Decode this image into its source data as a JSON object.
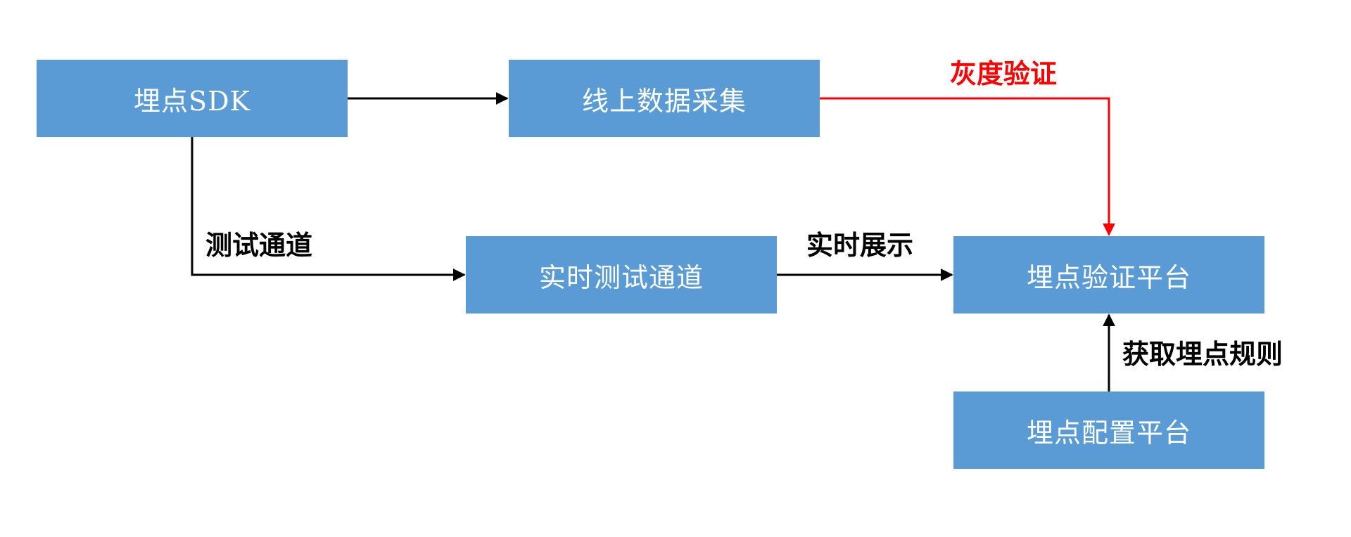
{
  "nodes": {
    "sdk": "埋点SDK",
    "online_collection": "线上数据采集",
    "realtime_test_channel": "实时测试通道",
    "verify_platform": "埋点验证平台",
    "config_platform": "埋点配置平台"
  },
  "edges": {
    "gray_verification": "灰度验证",
    "test_channel": "测试通道",
    "realtime_display": "实时展示",
    "fetch_rules": "获取埋点规则"
  },
  "colors": {
    "box_fill": "#5b9bd5",
    "box_text": "#ffffff",
    "arrow_default": "#000000",
    "arrow_highlight": "#ff0000"
  }
}
